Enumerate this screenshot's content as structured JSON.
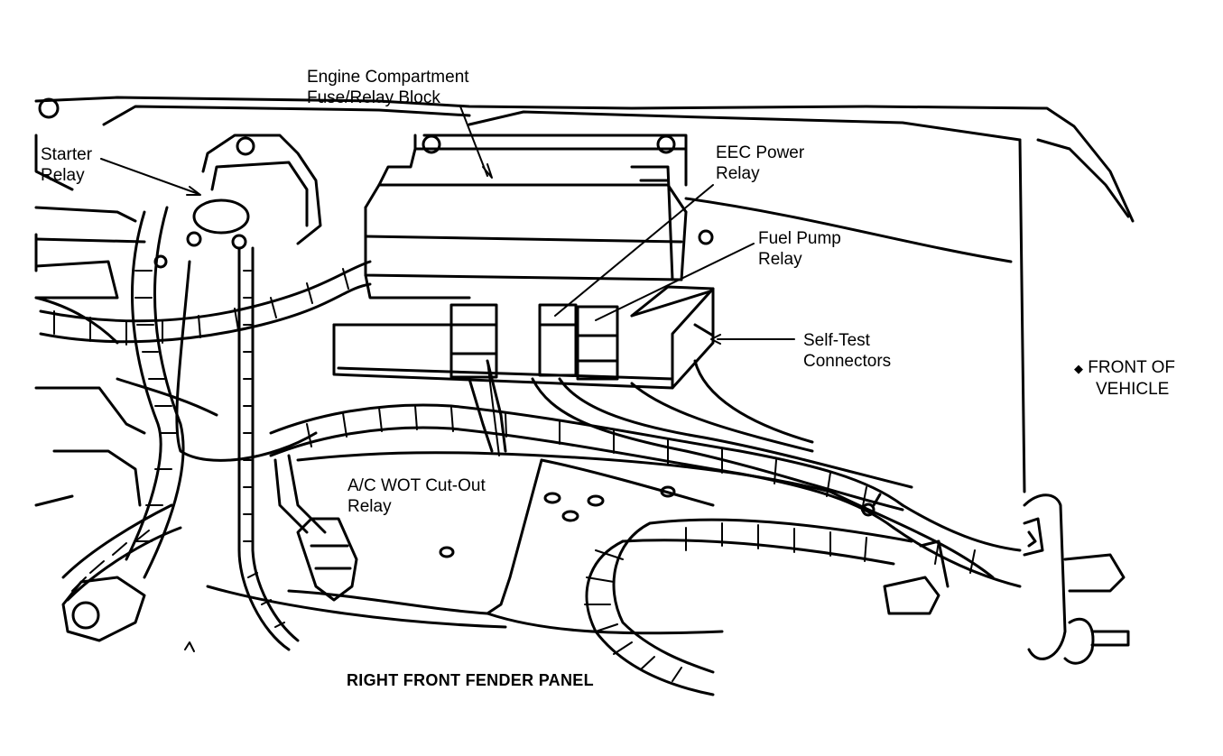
{
  "diagram": {
    "caption": "RIGHT FRONT FENDER PANEL",
    "labels": {
      "fuse_block": [
        "Engine Compartment",
        "Fuse/Relay Block"
      ],
      "starter_relay": [
        "Starter",
        "Relay"
      ],
      "eec_power_relay": [
        "EEC Power",
        "Relay"
      ],
      "fuel_pump_relay": [
        "Fuel Pump",
        "Relay"
      ],
      "self_test_connectors": [
        "Self-Test",
        "Connectors"
      ],
      "front_of_vehicle": [
        "FRONT OF",
        "VEHICLE"
      ],
      "front_arrow": "◆",
      "ac_wot_relay": [
        "A/C WOT Cut-Out",
        "Relay"
      ]
    },
    "colors": {
      "ink": "#000000",
      "paper": "#ffffff"
    }
  }
}
